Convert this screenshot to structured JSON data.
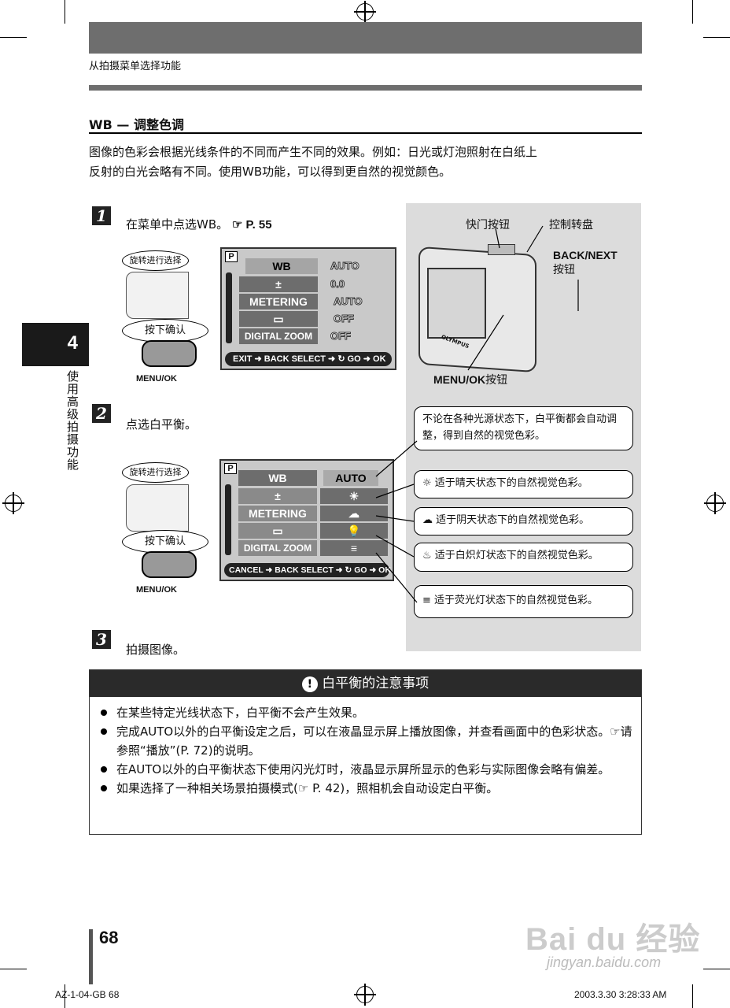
{
  "header": {
    "section": "从拍摄菜单选择功能"
  },
  "side_tab": {
    "chapter": "4",
    "title": "使用高级拍摄功能"
  },
  "heading": "WB — 调整色调",
  "intro": [
    "图像的色彩会根据光线条件的不同而产生不同的效果。例如：日光或灯泡照射在白纸上",
    "反射的白光会略有不同。使用WB功能，可以得到更自然的视觉颜色。"
  ],
  "steps": [
    {
      "num": "1",
      "text": "在菜单中点选WB。",
      "ref": "☞ P. 55"
    },
    {
      "num": "2",
      "text": "点选白平衡。"
    },
    {
      "num": "3",
      "text": "拍摄图像。"
    }
  ],
  "illustration": {
    "rotate": "旋转进行选择",
    "press": "按下确认",
    "button": "MENU/OK"
  },
  "lcd1": {
    "p": "P",
    "rows": [
      "WB",
      "±",
      "METERING",
      "▭",
      "DIGITAL ZOOM"
    ],
    "values": [
      "AUTO",
      "0.0",
      "AUTO",
      "OFF",
      "OFF"
    ],
    "bar": "EXIT ➜ BACK   SELECT ➜ ↻   GO ➜ OK"
  },
  "lcd2": {
    "p": "P",
    "rows": [
      "WB",
      "±",
      "METERING",
      "▭",
      "DIGITAL ZOOM"
    ],
    "values": [
      "AUTO",
      "☀",
      "☁",
      "💡",
      "≡"
    ],
    "bar": "CANCEL ➜ BACK  SELECT ➜ ↻  GO ➜ OK"
  },
  "camera": {
    "shutter": "快门按钮",
    "dial": "控制转盘",
    "back": "BACK/NEXT",
    "back2": "按钮",
    "menu": "MENU/OK",
    "menu2": "按钮",
    "brand": "OLYMPUS"
  },
  "callouts": [
    {
      "icon": "",
      "text": "不论在各种光源状态下，白平衡都会自动调整，得到自然的视觉色彩。"
    },
    {
      "icon": "☼",
      "text": "适于晴天状态下的自然视觉色彩。"
    },
    {
      "icon": "☁",
      "text": "适于阴天状态下的自然视觉色彩。"
    },
    {
      "icon": "♨",
      "text": "适于白炽灯状态下的自然视觉色彩。"
    },
    {
      "icon": "≡",
      "text": "适于荧光灯状态下的自然视觉色彩。"
    }
  ],
  "notice": {
    "icon": "!",
    "title": "白平衡的注意事项",
    "items": [
      "在某些特定光线状态下，白平衡不会产生效果。",
      "完成AUTO以外的白平衡设定之后，可以在液晶显示屏上播放图像，并查看画面中的色彩状态。☞请参照“播放”(P. 72)的说明。",
      "在AUTO以外的白平衡状态下使用闪光灯时，液晶显示屏所显示的色彩与实际图像会略有偏差。",
      "如果选择了一种相关场景拍摄模式(☞ P. 42)，照相机会自动设定白平衡。"
    ]
  },
  "page_number": "68",
  "footer": {
    "left": "AZ-1-04-GB   68",
    "right": "2003.3.30   3:28:33 AM"
  },
  "watermark": {
    "text": "Bai du 经验",
    "url": "jingyan.baidu.com"
  }
}
